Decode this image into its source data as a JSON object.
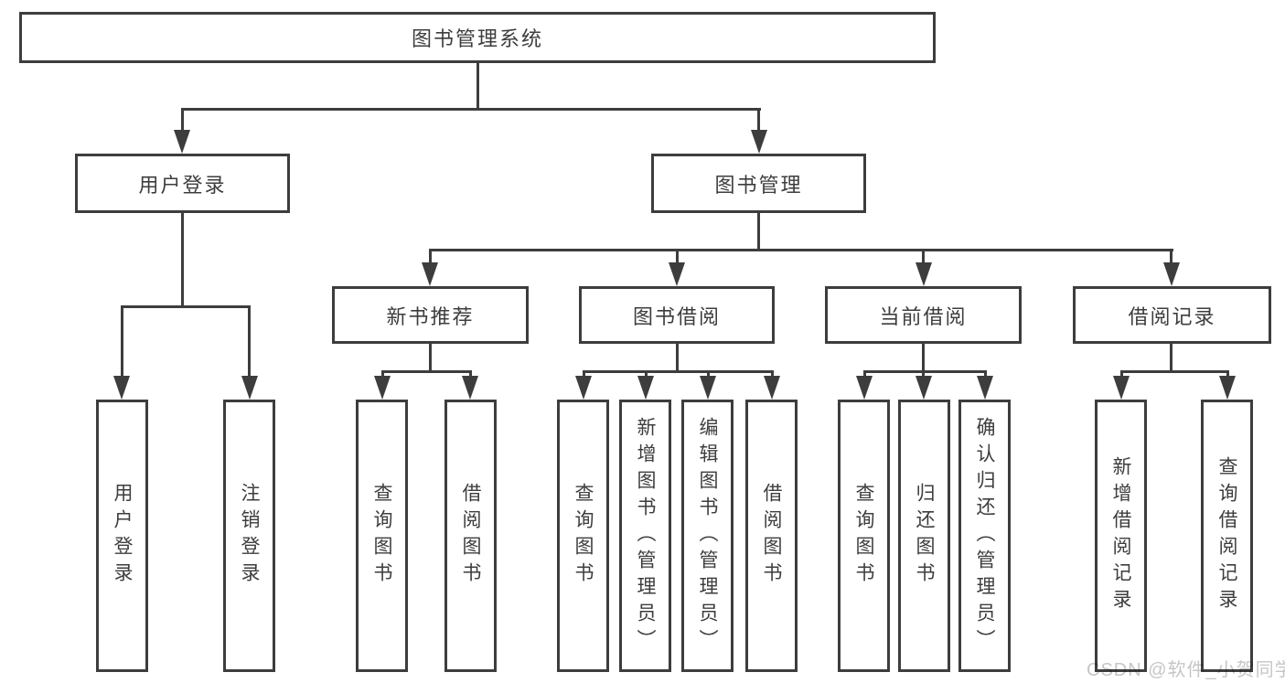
{
  "tree": {
    "root": "图书管理系统",
    "branches": [
      {
        "label": "用户登录",
        "children": [
          "用户登录",
          "注销登录"
        ]
      },
      {
        "label": "图书管理",
        "groups": [
          {
            "label": "新书推荐",
            "children": [
              "查询图书",
              "借阅图书"
            ]
          },
          {
            "label": "图书借阅",
            "children": [
              "查询图书",
              "新增图书（管理员）",
              "编辑图书（管理员）",
              "借阅图书"
            ]
          },
          {
            "label": "当前借阅",
            "children": [
              "查询图书",
              "归还图书",
              "确认归还（管理员）"
            ]
          },
          {
            "label": "借阅记录",
            "children": [
              "新增借阅记录",
              "查询借阅记录"
            ]
          }
        ]
      }
    ]
  },
  "watermark": {
    "text": "CSDN @软件_小贺同学"
  },
  "colors": {
    "line": "#3d3d3d",
    "text": "#3d3d3d",
    "background": "#ffffff",
    "watermark": "#c6c6c6"
  }
}
